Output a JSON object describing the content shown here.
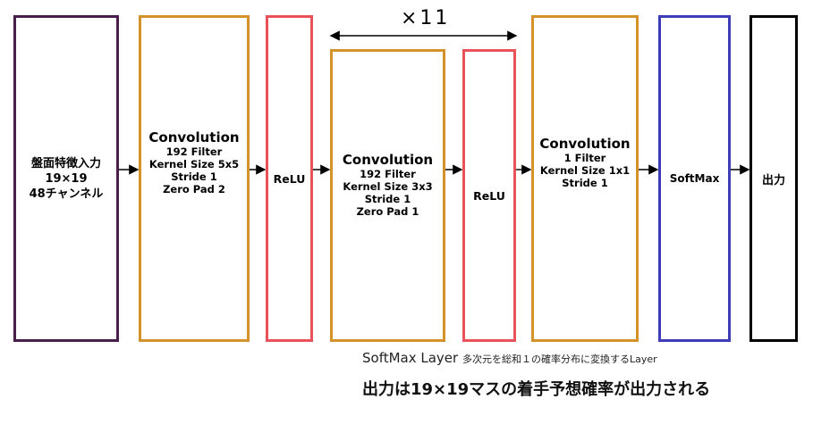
{
  "repeat_label": "×11",
  "blocks": {
    "input": {
      "lines": [
        "盤面特徴入力",
        "19×19",
        "48チャンネル"
      ]
    },
    "conv1": {
      "title": "Convolution",
      "lines": [
        "192 Filter",
        "Kernel Size 5x5",
        "Stride 1",
        "Zero Pad 2"
      ]
    },
    "relu1": {
      "title": "ReLU"
    },
    "conv2": {
      "title": "Convolution",
      "lines": [
        "192 Filter",
        "Kernel Size 3x3",
        "Stride 1",
        "Zero Pad 1"
      ]
    },
    "relu2": {
      "title": "ReLU"
    },
    "conv3": {
      "title": "Convolution",
      "lines": [
        "1 Filter",
        "Kernel Size 1x1",
        "Stride 1"
      ]
    },
    "softmax": {
      "title": "SoftMax"
    },
    "output": {
      "title": "出力"
    }
  },
  "notes": {
    "softmax_name": "SoftMax Layer",
    "softmax_desc": "多次元を総和１の確率分布に変換するLayer",
    "output_desc": "出力は19×19マスの着手予想確率が出力される"
  },
  "colors": {
    "input_border": "#4a1d4a",
    "conv_border": "#d4932a",
    "relu_border": "#e8535b",
    "softmax_border": "#3d3db8",
    "output_border": "#000000"
  }
}
